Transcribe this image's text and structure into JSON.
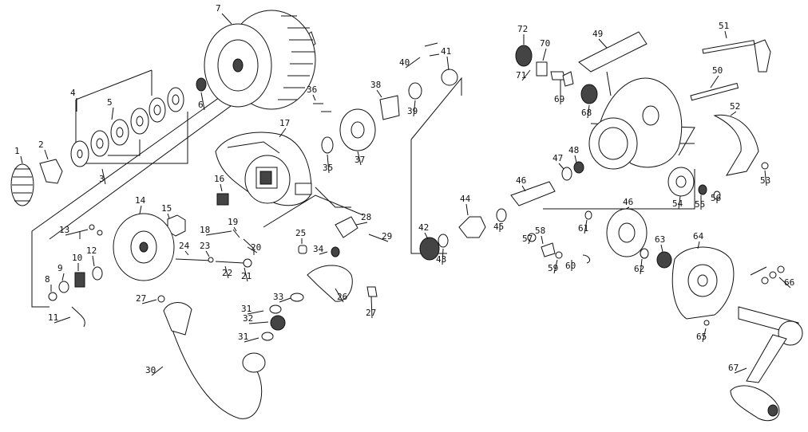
{
  "part_numbers": [
    "1",
    "2",
    "3",
    "4",
    "5",
    "6",
    "7",
    "8",
    "9",
    "10",
    "11",
    "12",
    "13",
    "14",
    "15",
    "16",
    "17",
    "18",
    "19",
    "20",
    "21",
    "22",
    "23",
    "24",
    "25",
    "26",
    "27",
    "27",
    "28",
    "29",
    "30",
    "31",
    "31",
    "32",
    "33",
    "34",
    "35",
    "36",
    "37",
    "38",
    "39",
    "40",
    "41",
    "42",
    "43",
    "44",
    "45",
    "46",
    "46",
    "47",
    "48",
    "49",
    "50",
    "51",
    "52",
    "53",
    "54",
    "55",
    "56",
    "57",
    "58",
    "59",
    "60",
    "61",
    "62",
    "63",
    "64",
    "65",
    "66",
    "67",
    "68",
    "69",
    "70",
    "71",
    "72"
  ]
}
